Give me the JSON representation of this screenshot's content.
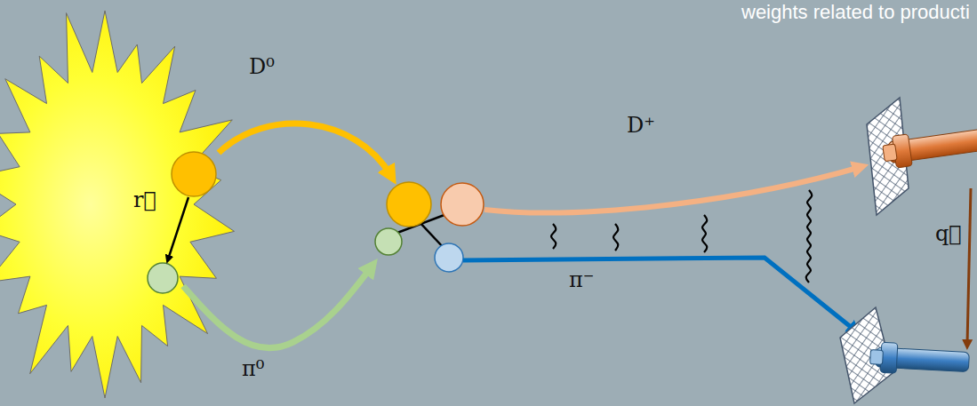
{
  "diagram": {
    "labels": [
      "weights related to producti",
      "D⁰",
      "r⃗",
      "π⁰",
      "D⁺",
      "π⁻",
      "q⃗"
    ]
  }
}
